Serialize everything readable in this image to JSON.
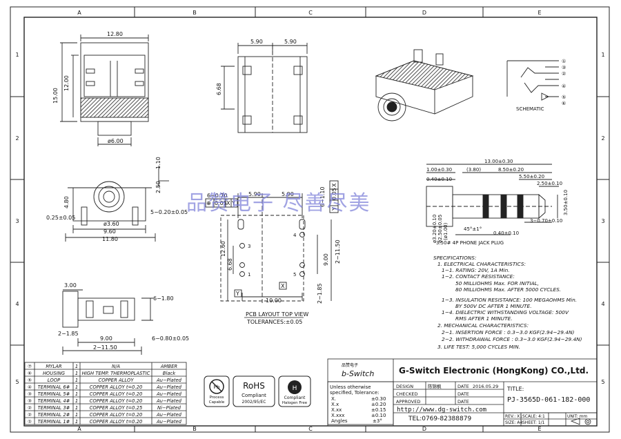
{
  "frame": {
    "col_labels": [
      "A",
      "B",
      "C",
      "D",
      "E"
    ],
    "row_labels": [
      "1",
      "2",
      "3",
      "4",
      "5"
    ]
  },
  "watermark": "品赞电子 尽善尽美",
  "top_view": {
    "dims": [
      "12.80",
      "12.00",
      "15.00",
      "ø6.00"
    ]
  },
  "side_view": {
    "dims": [
      "5.90",
      "5.90",
      "6.68"
    ]
  },
  "front_view": {
    "dims": [
      "1.10",
      "2.50",
      "4.80",
      "0.25±0.05",
      "ø3.60",
      "9.60",
      "11.80",
      "5−0.20±0.05"
    ]
  },
  "bottom_view": {
    "dims": [
      "3.00",
      "6−1.80",
      "2−1.85",
      "9.00",
      "2−11.50",
      "6−0.80±0.05"
    ]
  },
  "pcb_layout": {
    "dims": [
      "5.90",
      "5.90",
      "6−0.70",
      "6−1.10",
      "0.05",
      "X",
      "Y",
      "12.60",
      "6.68",
      "9.00",
      "2−11.50",
      "10.00",
      "2−1.85"
    ],
    "gdt_left": [
      "⊕",
      "0.05",
      "X",
      "Y"
    ],
    "caption": "PCB LAYOUT TOP VIEW",
    "tolerance": "TOLERANCES:±0.05",
    "pin_numbers": [
      "2",
      "3",
      "4",
      "5",
      "6",
      "1"
    ]
  },
  "plug": {
    "dims": [
      "13.00±0.30",
      "1.00±0.30",
      "(3.80)",
      "8.50±0.20",
      "0.40±0.10",
      "5.50±0.20",
      "2.50±0.10",
      "3.50±0.10",
      "ø3.20±0.10",
      "ø2.50±0.05",
      "(ø1.00)",
      "45°±1°",
      "0.40±0.10",
      "3−0.70±0.10"
    ],
    "caption": "3.50# 4P PHONE JACK PLUG"
  },
  "schematic": {
    "caption": "SCHEMATIC",
    "pins": [
      "①",
      "③",
      "②",
      "④",
      "⑤",
      "⑥"
    ]
  },
  "specs": {
    "lines": [
      "SPECIFICATIONS:",
      "1. ELECTRICAL CHARACTERISTICS:",
      "1−1. RATING: 20V, 1A Min.",
      "1−2. CONTACT RESISTANCE:",
      "50 MILLIOHMS Max. FOR INITIAL,",
      "80 MILLIOHMS Max. AFTER 5000 CYCLES.",
      "1−3. INSULATION RESISTANCE: 100 MEGAOHMS Min.",
      "BY 500V DC AFTER 1 MINUTE.",
      "1−4. DIELECTRIC WITHSTANDING VOLTAGE: 500V",
      "RMS AFTER 1 MINUTE.",
      "2. MECHANICAL CHARACTERISTICS:",
      "2−1. INSERTION FORCE : 0.3~3.0 KGF(2.94~29.4N)",
      "2−2. WITHDRAWAL FORCE : 0.3~3.0 KGF(2.94~29.4N)",
      "3. LIFE TEST: 5,000 CYCLES MIN."
    ]
  },
  "bom": {
    "rows": [
      [
        "⑦",
        "MYLAR",
        "1",
        "N/A",
        "AMBER"
      ],
      [
        "⑥",
        "HOUSING",
        "1",
        "HIGH TEMP. THERMOPLASTIC",
        "Black"
      ],
      [
        "⑤",
        "LOOP",
        "1",
        "COPPER ALLOY",
        "Au−Plated"
      ],
      [
        "④",
        "TERMINAL 6#",
        "1",
        "COPPER ALLOY t=0.20",
        "Au−Plated"
      ],
      [
        "③",
        "TERMINAL 5#",
        "1",
        "COPPER ALLOY t=0.20",
        "Au−Plated"
      ],
      [
        "③",
        "TERMINAL 4#",
        "1",
        "COPPER ALLOY t=0.20",
        "Au−Plated"
      ],
      [
        "②",
        "TERMINAL 3#",
        "1",
        "COPPER ALLOY t=0.25",
        "Ni−Plated"
      ],
      [
        "②",
        "TERMINAL 2#",
        "1",
        "COPPER ALLOY t=0.20",
        "Au−Plated"
      ],
      [
        "①",
        "TERMINAL 1#",
        "1",
        "COPPER ALLOY t=0.20",
        "Au−Plated"
      ]
    ]
  },
  "certs": {
    "pb_free": [
      "Pb",
      "Process",
      "Capable"
    ],
    "rohs": [
      "RoHS",
      "Compliant",
      "2002/95/EC"
    ],
    "halogen": [
      "Compliant",
      "Halogen Free"
    ]
  },
  "tolerance_block": {
    "heading": [
      "Unless otherwise",
      "specified, Tolerance:"
    ],
    "rows": [
      [
        "X.",
        "±0.30"
      ],
      [
        "X.x",
        "±0.20"
      ],
      [
        "X.xx",
        "±0.15"
      ],
      [
        "X.xxx",
        "±0.10"
      ],
      [
        "Angles",
        "±3°"
      ]
    ]
  },
  "title_block": {
    "logo_cn": "品赞电子",
    "logo": "b-Switch",
    "company": "G-Switch Electronic (HongKong) CO.,Ltd.",
    "design_label": "DESIGN",
    "design_name": "陈锦枫",
    "date_label": "DATE",
    "date_value": "2016.05.29",
    "checked_label": "CHECKED",
    "approved_label": "APPROVED",
    "url": "http://www.dg-switch.com",
    "tel": "TEL:0769-82388879",
    "title_label": "TITLE:",
    "part_no": "PJ-3565D-061-182-000",
    "rev": "REV.: X1",
    "scale": "SCALE: 4:1",
    "unit": "UNIT: mm",
    "size": "SIZE: A4",
    "sheet": "SHEET: 1/1"
  }
}
